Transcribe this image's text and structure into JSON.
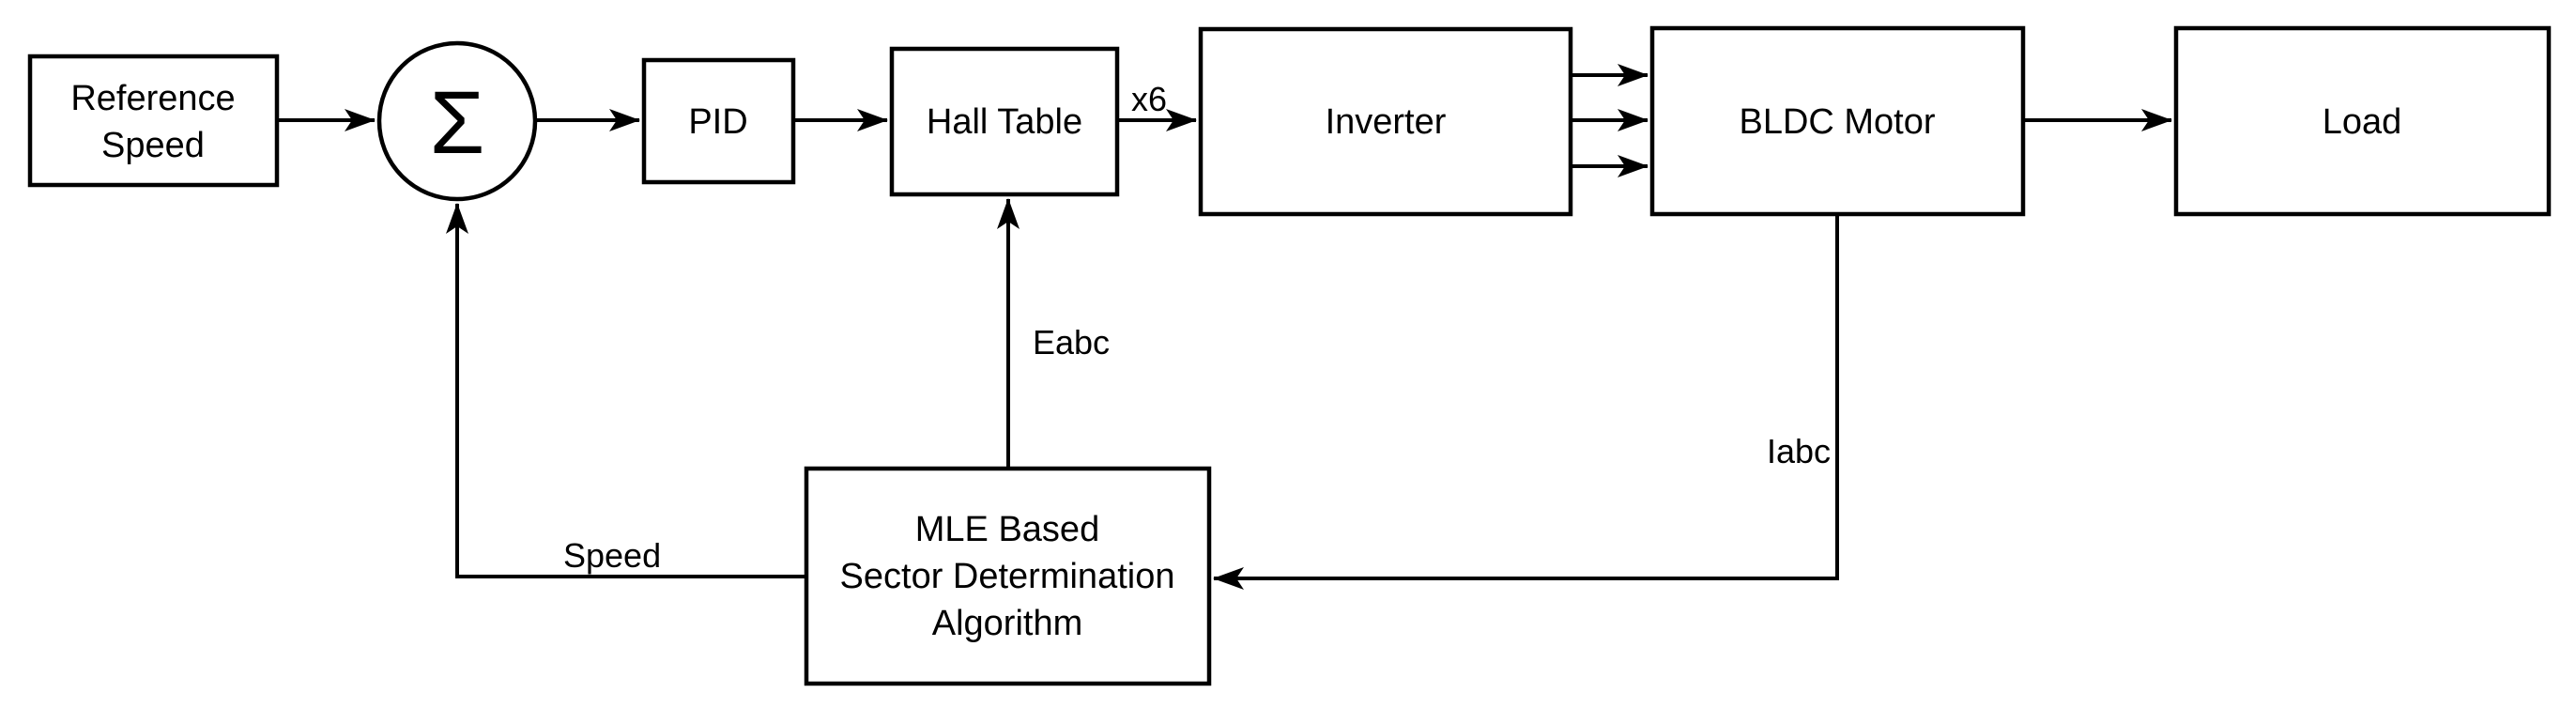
{
  "canvas": {
    "background_color": "#ffffff",
    "ink_color": "#000000"
  },
  "nodes": {
    "reference_speed": {
      "line1": "Reference",
      "line2": "Speed"
    },
    "sum_junction": {
      "symbol": "Σ"
    },
    "pid": {
      "label": "PID"
    },
    "hall_table": {
      "label": "Hall Table"
    },
    "inverter": {
      "label": "Inverter"
    },
    "bldc_motor": {
      "label": "BLDC Motor"
    },
    "load": {
      "label": "Load"
    },
    "mle_algorithm": {
      "line1": "MLE Based",
      "line2": "Sector Determination",
      "line3": "Algorithm"
    }
  },
  "signal_labels": {
    "hall_to_inverter_gain": "x6",
    "back_emf": "Eabc",
    "phase_currents": "Iabc",
    "speed_feedback": "Speed"
  }
}
